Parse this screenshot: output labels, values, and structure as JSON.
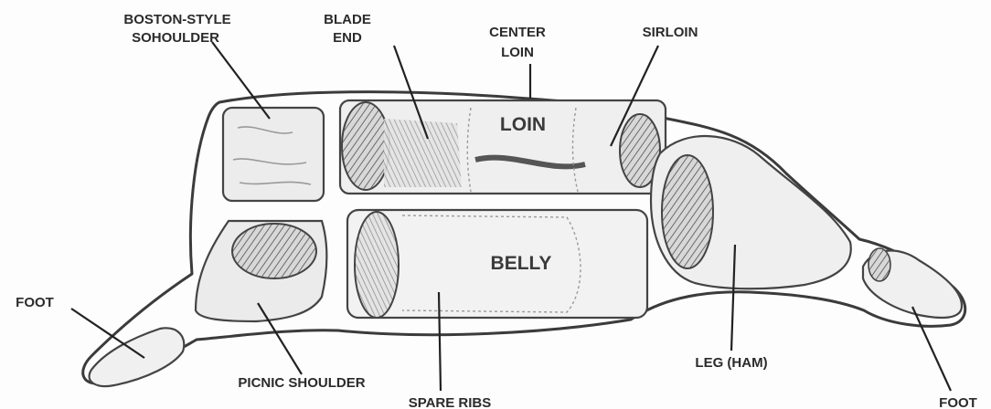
{
  "diagram": {
    "labels": {
      "boston_line1": "BOSTON-STYLE",
      "boston_line2": "SOHOULDER",
      "blade_line1": "BLADE",
      "blade_line2": "END",
      "center_line1": "CENTER",
      "center_line2": "LOIN",
      "sirloin": "SIRLOIN",
      "loin": "LOIN",
      "belly": "BELLY",
      "foot_front": "FOOT",
      "picnic_shoulder": "PICNIC SHOULDER",
      "spare_ribs": "SPARE RIBS",
      "leg_ham": "LEG (HAM)",
      "foot_rear": "FOOT"
    }
  }
}
